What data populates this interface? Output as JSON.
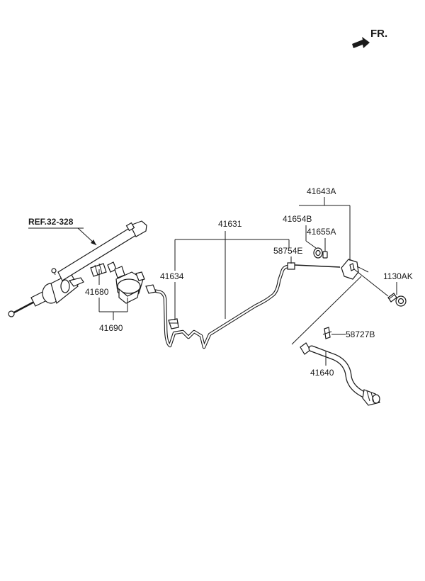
{
  "direction": {
    "label": "FR."
  },
  "reference": {
    "label": "REF.32-328"
  },
  "parts": {
    "p41631": "41631",
    "p41634": "41634",
    "p41643A": "41643A",
    "p41654B": "41654B",
    "p41655A": "41655A",
    "p58754E": "58754E",
    "p1130AK": "1130AK",
    "p58727B": "58727B",
    "p41640": "41640",
    "p41680": "41680",
    "p41690": "41690"
  }
}
